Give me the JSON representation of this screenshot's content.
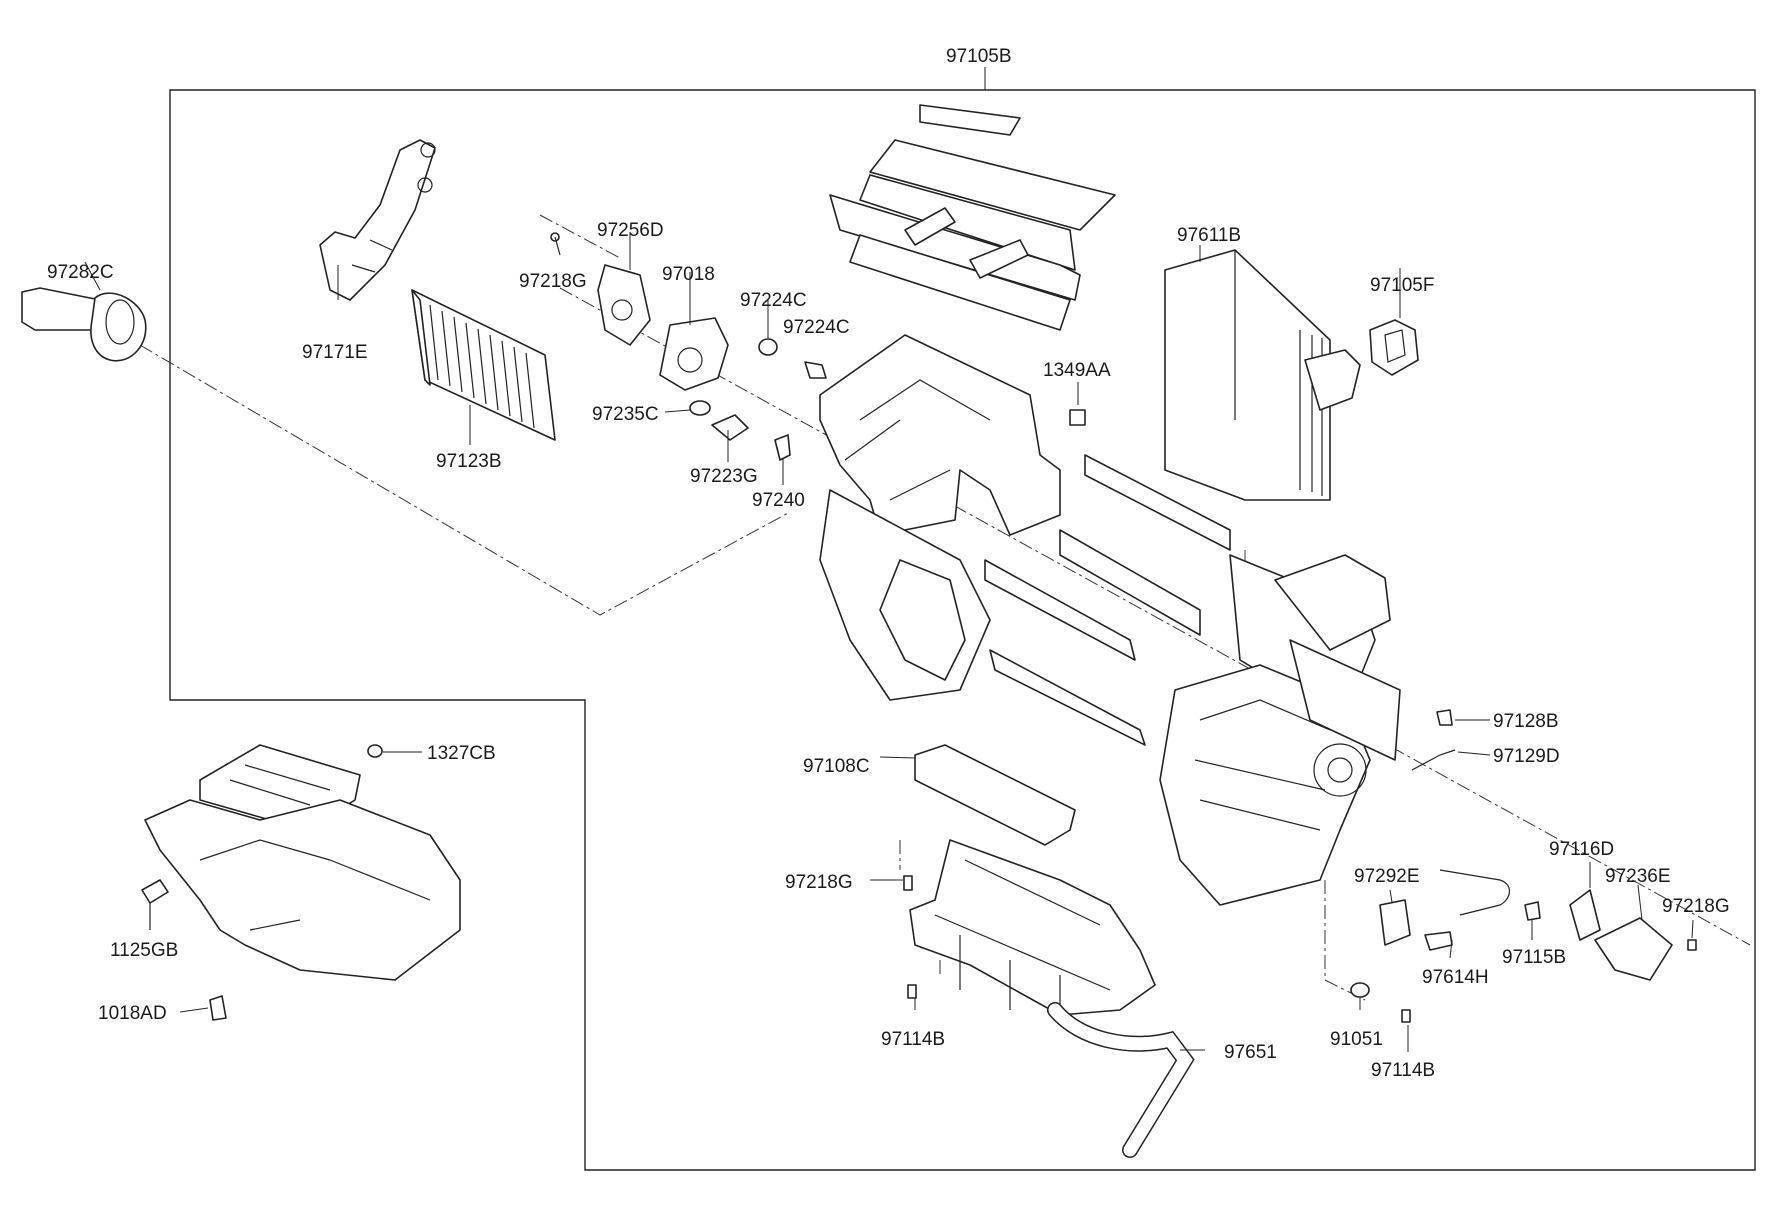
{
  "labels": {
    "p97105B": "97105B",
    "p97282C": "97282C",
    "p97171E": "97171E",
    "p97123B": "97123B",
    "p97256D": "97256D",
    "p97218G_a": "97218G",
    "p97018": "97018",
    "p97224C_a": "97224C",
    "p97224C_b": "97224C",
    "p97235C": "97235C",
    "p97223G": "97223G",
    "p97240": "97240",
    "p1349AA": "1349AA",
    "p97611B": "97611B",
    "p97105F": "97105F",
    "p97128B": "97128B",
    "p97129D": "97129D",
    "p97108C": "97108C",
    "p97218G_b": "97218G",
    "p97114B_a": "97114B",
    "p97651": "97651",
    "p91051": "91051",
    "p97114B_b": "97114B",
    "p97292E": "97292E",
    "p97614H": "97614H",
    "p97115B": "97115B",
    "p97116D": "97116D",
    "p97236E": "97236E",
    "p97218G_c": "97218G",
    "p1327CB": "1327CB",
    "p1125GB": "1125GB",
    "p1018AD": "1018AD"
  }
}
